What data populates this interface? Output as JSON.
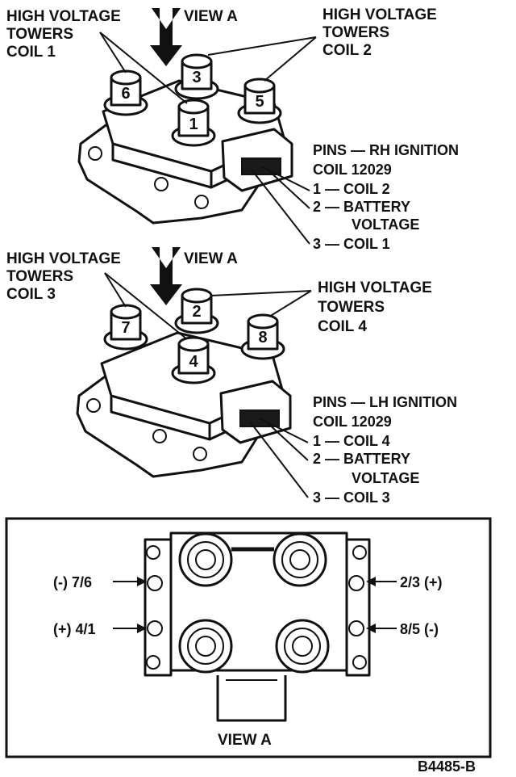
{
  "top_coil": {
    "left_label": [
      "HIGH VOLTAGE",
      "TOWERS",
      "COIL 1"
    ],
    "view_label": "VIEW A",
    "right_label": [
      "HIGH VOLTAGE",
      "TOWERS",
      "COIL 2"
    ],
    "tower_numbers": {
      "back_left": "6",
      "back_right": "5",
      "back": "3",
      "front": "1"
    },
    "pins": [
      "PINS — RH IGNITION",
      "COIL 12029",
      "1 — COIL 2",
      "2 — BATTERY",
      "VOLTAGE",
      "3 — COIL 1"
    ]
  },
  "bottom_coil": {
    "left_label": [
      "HIGH VOLTAGE",
      "TOWERS",
      "COIL 3"
    ],
    "view_label": "VIEW A",
    "right_label": [
      "HIGH VOLTAGE",
      "TOWERS",
      "COIL 4"
    ],
    "tower_numbers": {
      "back_left": "7",
      "back_right": "8",
      "back": "2",
      "front": "4"
    },
    "pins": [
      "PINS — LH IGNITION",
      "COIL 12029",
      "1 — COIL 4",
      "2 — BATTERY",
      "VOLTAGE",
      "3 — COIL 3"
    ]
  },
  "view_a_panel": {
    "left_top": "(-) 7/6",
    "left_bottom": "(+) 4/1",
    "right_top": "2/3 (+)",
    "right_bottom": "8/5 (-)",
    "caption": "VIEW A"
  },
  "figure_code": "B4485-B"
}
